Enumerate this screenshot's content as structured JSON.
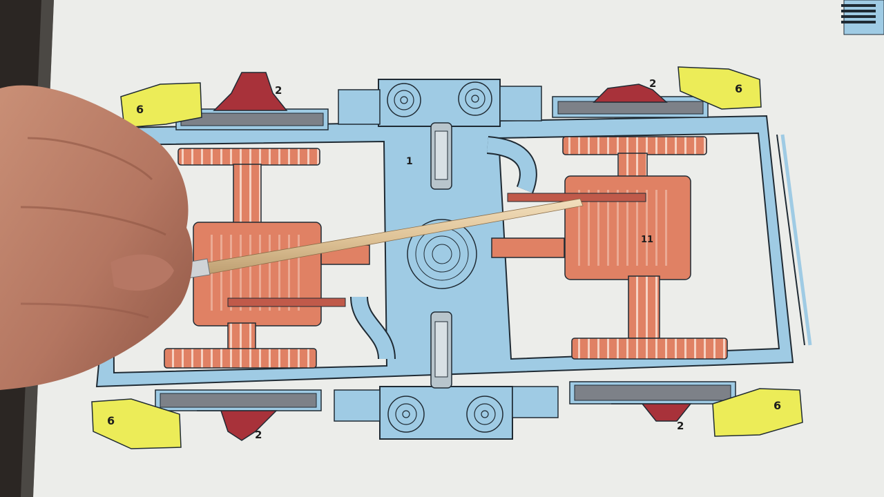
{
  "diagram": {
    "labels": {
      "frame": "1",
      "axle_drive": "2",
      "axlebox": "6",
      "gearbox": "11"
    }
  },
  "colors": {
    "frame_blue": "#9fcbe4",
    "gear_orange": "#e08164",
    "axle_drive_red": "#a8323a",
    "axlebox_yellow": "#ecec58",
    "paper": "#ecedea",
    "outline": "#1f2a33"
  }
}
